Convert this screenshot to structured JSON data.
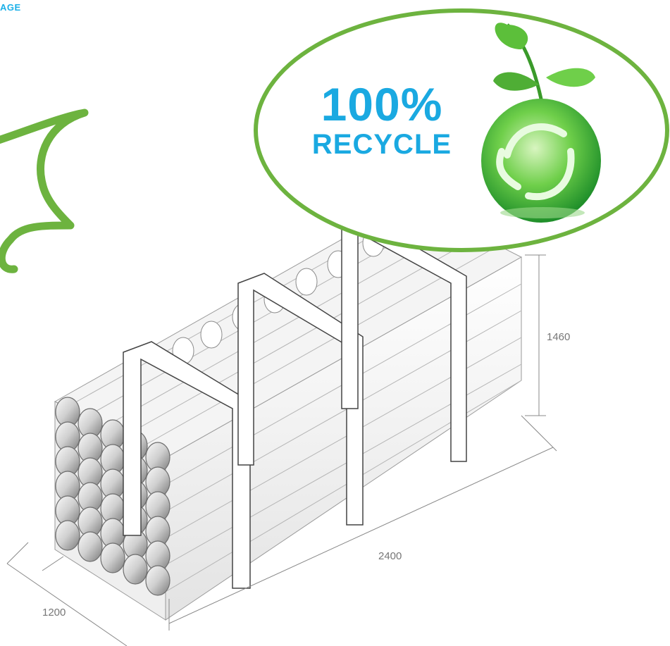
{
  "corner_label": "AGE",
  "badge": {
    "line1": "100%",
    "line2": "RECYCLE",
    "text_color": "#1aa9e1",
    "outline_color": "#6db33f"
  },
  "dimensions": {
    "height": "1460",
    "length": "2400",
    "width": "1200"
  },
  "icons": {
    "badge": "recycle-globe-icon",
    "product": "pipe-bundle-illustration"
  }
}
